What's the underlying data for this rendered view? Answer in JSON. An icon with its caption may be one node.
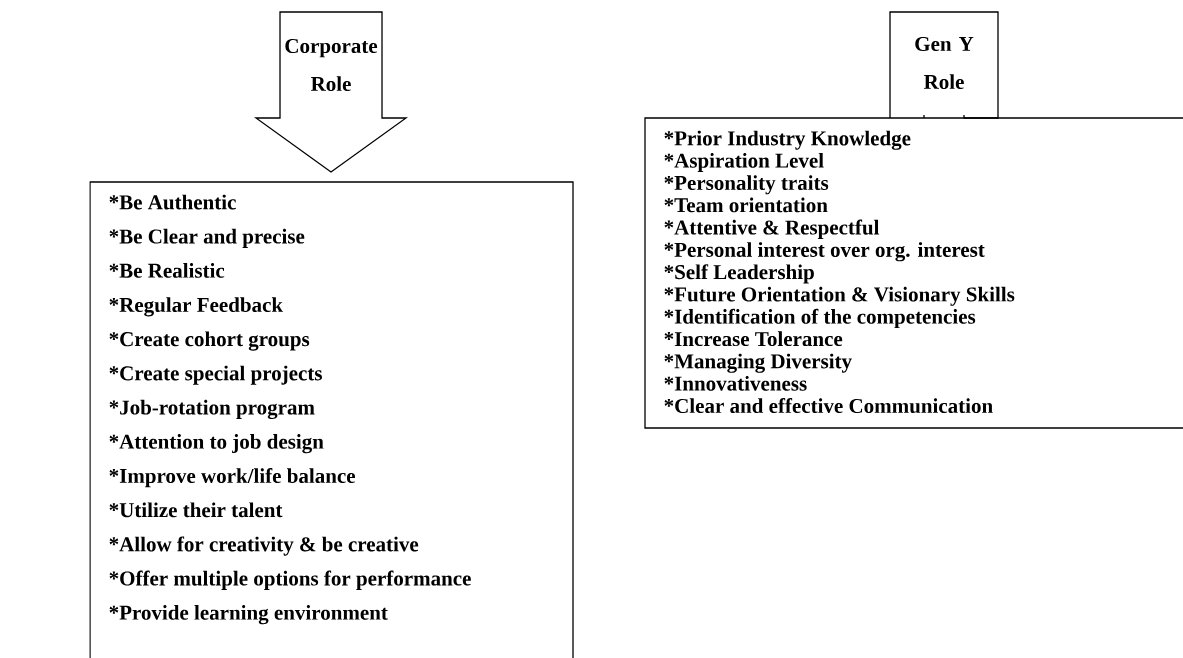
{
  "diagram": {
    "nodes": [
      {
        "text": [
          "Corporate Role"
        ]
      },
      {
        "text": [
          "*Be Authentic",
          "*Be Clear and precise",
          "*Be Realistic",
          "*Regular Feedback",
          "*Create cohort groups",
          "*Create special projects",
          "*Job-rotation program",
          "*Attention to job design",
          "*Improve work/life balance",
          "*Utilize their talent",
          "*Allow for creativity & be creative",
          "*Offer multiple options for performance",
          "*Provide learning environment"
        ]
      },
      {
        "text": [
          "Gen Y Role"
        ]
      },
      {
        "text": [
          "*Prior Industry Knowledge",
          "*Aspiration Level",
          "*Personality traits",
          "*Team orientation",
          "*Attentive & Respectful",
          "*Personal interest over org. interest",
          "*Self Leadership",
          "*Future Orientation & Visionary Skills",
          "*Identification of the competencies",
          "*Increase Tolerance",
          "*Managing Diversity",
          "*Innovativeness",
          "*Clear and effective Communication"
        ]
      }
    ]
  }
}
